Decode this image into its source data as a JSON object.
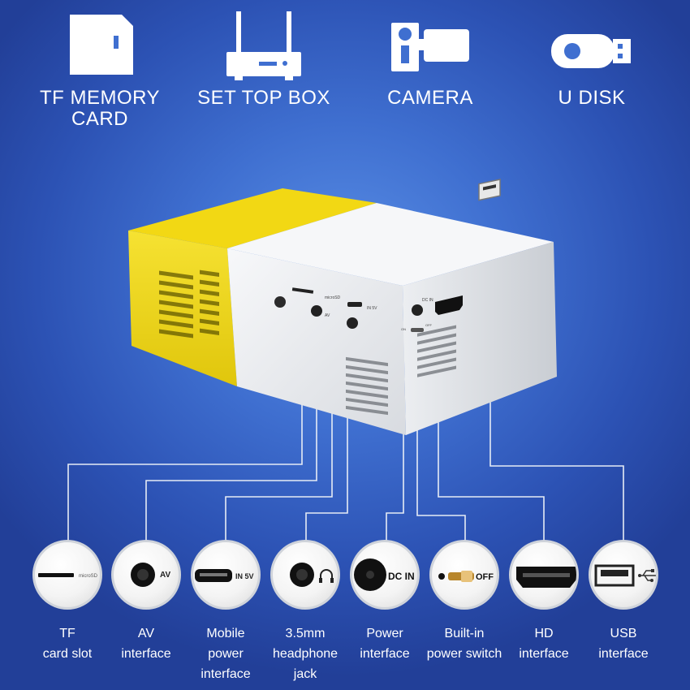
{
  "top_icons": [
    {
      "icon": "sd-card-icon",
      "label_lines": [
        "TF MEMORY",
        "CARD"
      ]
    },
    {
      "icon": "set-top-box-icon",
      "label_lines": [
        "SET TOP BOX"
      ]
    },
    {
      "icon": "camcorder-icon",
      "label_lines": [
        "CAMERA"
      ]
    },
    {
      "icon": "usb-drive-icon",
      "label_lines": [
        "U DISK"
      ]
    }
  ],
  "device_markings": {
    "micro_sd": "microSD",
    "av": "AV",
    "in_5v": "IN 5V",
    "dc_in": "DC IN",
    "on": "ON",
    "off": "OFF"
  },
  "ports": [
    {
      "id": "tf-card-slot",
      "icon": "tf-slot-icon",
      "badge": "microSD",
      "label_lines": [
        "TF",
        "card slot"
      ]
    },
    {
      "id": "av-interface",
      "icon": "av-jack-icon",
      "badge": "AV",
      "label_lines": [
        "AV",
        "interface"
      ]
    },
    {
      "id": "mobile-power",
      "icon": "micro-usb-icon",
      "badge": "IN 5V",
      "label_lines": [
        "Mobile",
        "power",
        "interface"
      ]
    },
    {
      "id": "headphone-jack",
      "icon": "headphone-jack-icon",
      "badge": "",
      "label_lines": [
        "3.5mm",
        "headphone",
        "jack"
      ]
    },
    {
      "id": "power-interface",
      "icon": "dc-in-icon",
      "badge": "DC IN",
      "label_lines": [
        "Power",
        "interface"
      ]
    },
    {
      "id": "power-switch",
      "icon": "slide-switch-icon",
      "badge": "OFF",
      "label_lines": [
        "Built-in",
        "power switch"
      ]
    },
    {
      "id": "hd-interface",
      "icon": "hdmi-port-icon",
      "badge": "",
      "label_lines": [
        "HD",
        "interface"
      ]
    },
    {
      "id": "usb-interface",
      "icon": "usb-port-icon",
      "badge": "",
      "label_lines": [
        "USB",
        "interface"
      ]
    }
  ],
  "colors": {
    "background": "#3f6fd0",
    "body_white": "#f2f3f5",
    "body_yellow": "#f2dc1c",
    "text": "#ffffff",
    "lines": "#e6ecf5"
  }
}
